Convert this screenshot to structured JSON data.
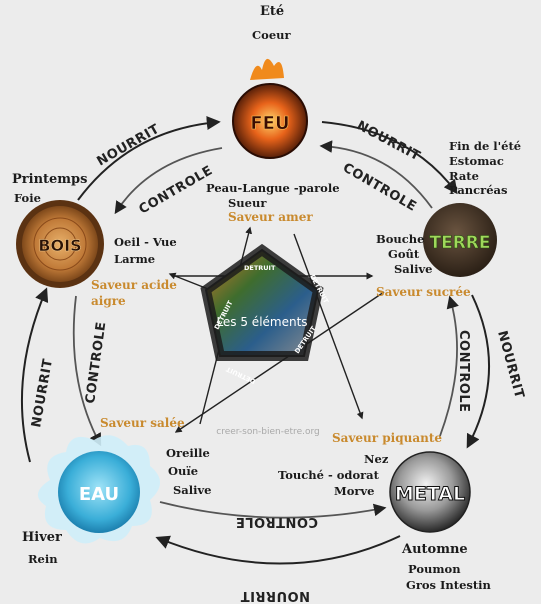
{
  "center": {
    "title": "Les 5 éléments"
  },
  "watermark": "creer-son-bien-etre.org",
  "cycle_labels": {
    "nourrit": "NOURRIT",
    "controle": "CONTROLE",
    "detruit": "DETRUIT"
  },
  "elements": {
    "feu": {
      "name": "FEU",
      "season": "Eté",
      "organs": [
        "Coeur"
      ],
      "senses": [
        "Peau-Langue -parole",
        "Sueur"
      ],
      "saveur": "Saveur amer"
    },
    "terre": {
      "name": "TERRE",
      "season": "Fin de l'été",
      "organs": [
        "Estomac",
        "Rate",
        "Pancréas"
      ],
      "senses": [
        "Bouche",
        "Goût",
        "Salive"
      ],
      "saveur": "Saveur  sucrée"
    },
    "metal": {
      "name": "METAL",
      "season": "Automne",
      "organs": [
        "Poumon",
        "Gros Intestin"
      ],
      "senses": [
        "Nez",
        "Touché - odorat",
        "Morve"
      ],
      "saveur": "Saveur piquante"
    },
    "eau": {
      "name": "EAU",
      "season": "Hiver",
      "organs": [
        "Rein"
      ],
      "senses": [
        "Oreille",
        "Ouïe",
        "Salive"
      ],
      "saveur": "Saveur salée"
    },
    "bois": {
      "name": "BOIS",
      "season": "Printemps",
      "organs": [
        "Foie"
      ],
      "senses": [
        "Oeil - Vue",
        "Larme"
      ],
      "saveur": [
        "Saveur acide",
        "aigre"
      ]
    }
  },
  "colors": {
    "feu": "#e2561a",
    "terre": "#4a3a2a",
    "metal": "#555555",
    "eau": "#39a9d6",
    "bois": "#9a5a26",
    "saveur": "#c98a2e"
  }
}
